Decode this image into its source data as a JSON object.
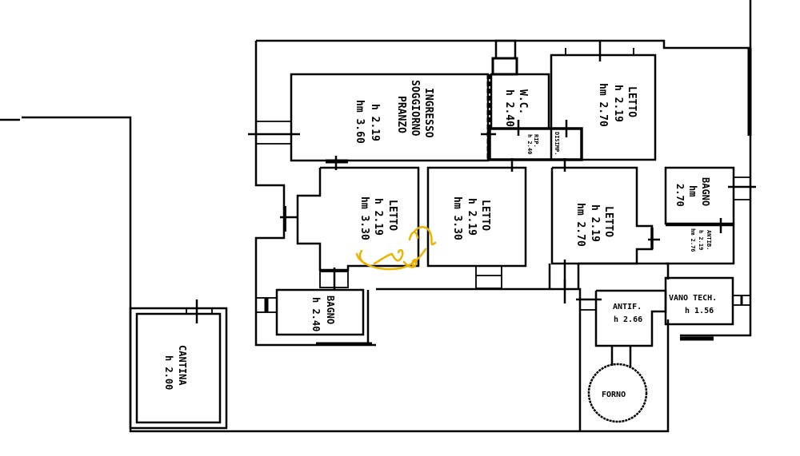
{
  "plan": {
    "rooms": [
      {
        "id": "ingresso",
        "lines": [
          "INGRESSO",
          "SOGGIORNO",
          "PRANZO",
          "h 2.19",
          "hm 3.60"
        ]
      },
      {
        "id": "wc",
        "lines": [
          "W.C.",
          "h 2.40"
        ]
      },
      {
        "id": "ripost",
        "lines": [
          "RIP.",
          "h 2.40"
        ]
      },
      {
        "id": "disimp",
        "lines": [
          "DISIMP."
        ]
      },
      {
        "id": "letto-ne",
        "lines": [
          "LETTO",
          "h 2.19",
          "hm 2.70"
        ]
      },
      {
        "id": "letto-1",
        "lines": [
          "LETTO",
          "h 2.19",
          "hm 3.30"
        ]
      },
      {
        "id": "letto-2",
        "lines": [
          "LETTO",
          "h 2.19",
          "hm 3.30"
        ]
      },
      {
        "id": "letto-3",
        "lines": [
          "LETTO",
          "h 2.19",
          "hm 2.70"
        ]
      },
      {
        "id": "bagno-e",
        "lines": [
          "BAGNO",
          "hm",
          "2.70"
        ]
      },
      {
        "id": "antibagno",
        "lines": [
          "ANTIB.",
          "h 2.19",
          "hm 2.76"
        ]
      },
      {
        "id": "bagno-s",
        "lines": [
          "BAGNO",
          "h 2.40"
        ]
      },
      {
        "id": "antif",
        "lines": [
          "ANTIF.",
          "h 2.66"
        ]
      },
      {
        "id": "vano-tech",
        "lines": [
          "VANO TECH.",
          "h 1.56"
        ]
      },
      {
        "id": "forno",
        "lines": [
          "FORNO"
        ]
      },
      {
        "id": "cantina",
        "lines": [
          "CANTINA",
          "h 2.00"
        ]
      }
    ],
    "signature_color": "#e8b400"
  }
}
